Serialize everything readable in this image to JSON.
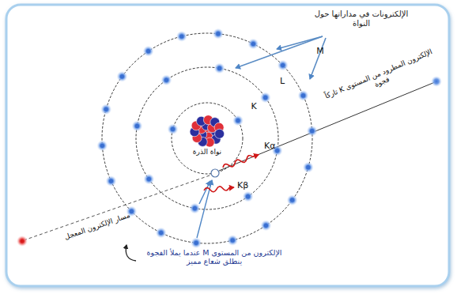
{
  "diagram": {
    "labels": [
      "الإلكترونات في مداراتها حول النواة",
      "M",
      "L",
      "K",
      "نواة الذرة",
      "الإلكترون المطرود من المستوى K تاركاً فجوة",
      "Kα",
      "Kβ",
      "مسار الإلكترون المعجل",
      "الإلكترون من المستوى M عندما يملأ الفجوة ينطلق شعاع مميز"
    ]
  }
}
